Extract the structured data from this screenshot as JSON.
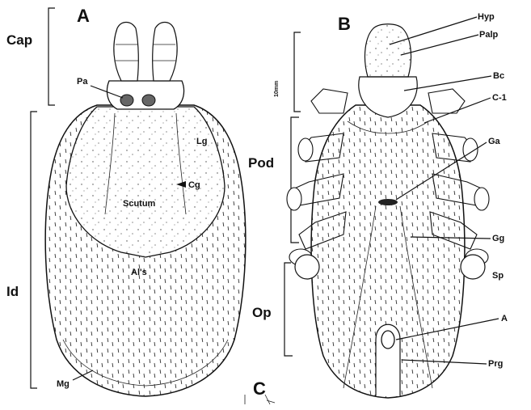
{
  "panel_letters": {
    "a": "A",
    "b": "B",
    "c": "C"
  },
  "panel_a": {
    "cap": "Cap",
    "id": "Id",
    "pa": "Pa",
    "lg": "Lg",
    "cg": "Cg",
    "scutum": "Scutum",
    "als": "Al's",
    "mg": "Mg"
  },
  "panel_b": {
    "hyp": "Hyp",
    "palp": "Palp",
    "bc": "Bc",
    "c1": "C-1",
    "ga": "Ga",
    "pod": "Pod",
    "gg": "Gg",
    "sp": "Sp",
    "op": "Op",
    "a": "A",
    "prg": "Prg",
    "scale": "10mm"
  }
}
